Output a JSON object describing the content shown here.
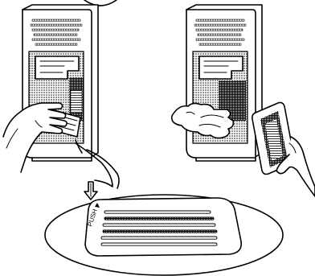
{
  "labels": {
    "push": "PUSH"
  },
  "colors": {
    "ink": "#000000",
    "paper": "#ffffff"
  },
  "panels": [
    {
      "name": "left",
      "action": "hand-pressing-filter-cover"
    },
    {
      "name": "right",
      "action": "hand-wiping-with-cloth-and-holding-filter"
    }
  ],
  "detail": {
    "shape": "ellipse",
    "icons": [
      "down-arrow-icon",
      "push-arrow-icon"
    ]
  }
}
